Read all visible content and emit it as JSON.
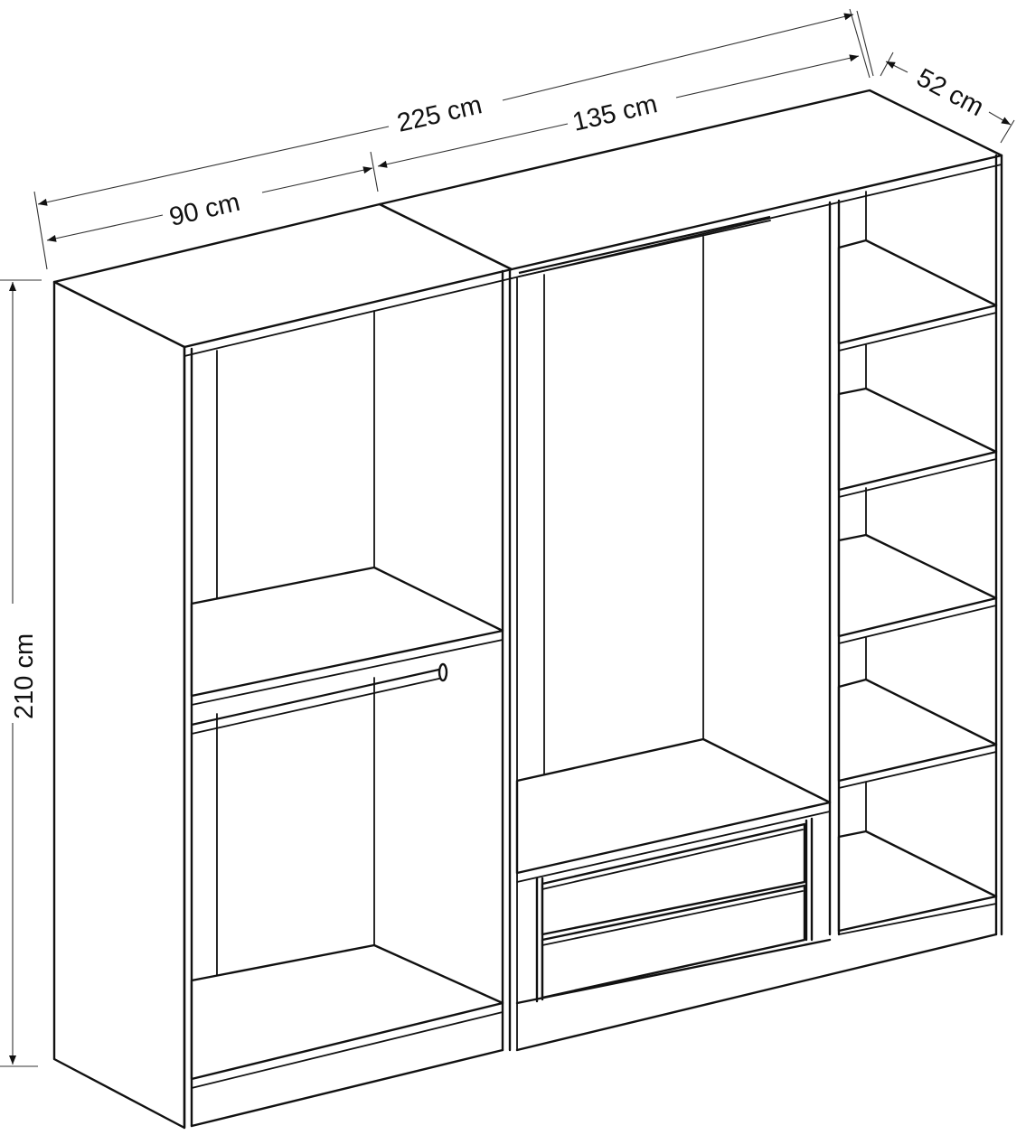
{
  "diagram": {
    "subject": "Wardrobe with two hanging sections, drawers and open shelving",
    "line_color": "#111111",
    "background": "#ffffff"
  },
  "dimensions": {
    "total_width": {
      "value": 225,
      "unit": "cm",
      "label": "225 cm"
    },
    "left_unit_width": {
      "value": 90,
      "unit": "cm",
      "label": "90 cm"
    },
    "right_unit_width": {
      "value": 135,
      "unit": "cm",
      "label": "135 cm"
    },
    "depth": {
      "value": 52,
      "unit": "cm",
      "label": "52 cm"
    },
    "height": {
      "value": 210,
      "unit": "cm",
      "label": "210 cm"
    }
  },
  "modules": [
    {
      "name": "left-module",
      "width_label": "90 cm",
      "features": [
        "upper shelf",
        "hanging rod",
        "bottom compartment"
      ]
    },
    {
      "name": "center-module",
      "features": [
        "top hanging rod",
        "shelf",
        "2 drawers"
      ]
    },
    {
      "name": "right-shelf-column",
      "shelf_count": 5
    }
  ]
}
